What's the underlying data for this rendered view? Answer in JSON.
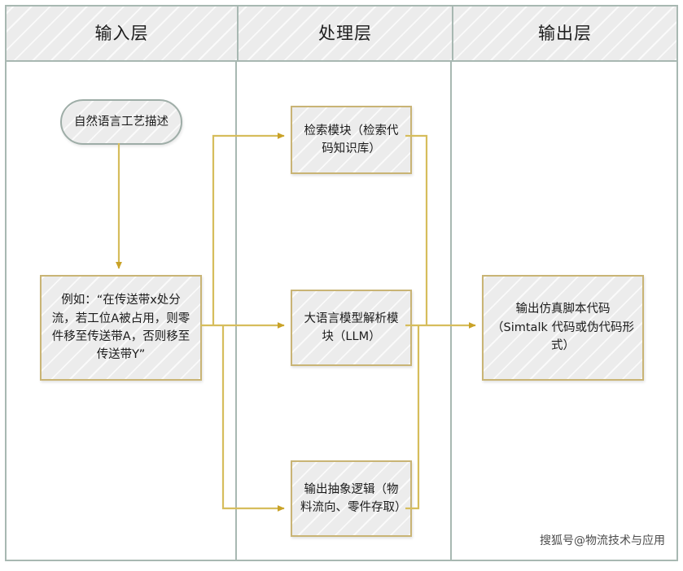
{
  "diagram": {
    "type": "swimlane-flowchart",
    "accent_color": "#c9a227",
    "lane_border_color": "#a8b8b2",
    "node_fill_color": "#ececec",
    "node_border_tan": "#c9b475",
    "node_border_gray": "#9eada7"
  },
  "lanes": [
    {
      "id": "input",
      "title": "输入层"
    },
    {
      "id": "process",
      "title": "处理层"
    },
    {
      "id": "output",
      "title": "输出层"
    }
  ],
  "nodes": {
    "natural_language": {
      "label": "自然语言工艺描述",
      "lane": "input",
      "shape": "pill"
    },
    "example": {
      "label": "例如：“在传送带x处分流，若工位A被占用，则零件移至传送带A，否则移至传送带Y”",
      "lane": "input",
      "shape": "rect"
    },
    "retrieval": {
      "label": "检索模块（检索代码知识库）",
      "lane": "process",
      "shape": "rect"
    },
    "llm": {
      "label": "大语言模型解析模块（LLM）",
      "lane": "process",
      "shape": "rect"
    },
    "abstract_logic": {
      "label": "输出抽象逻辑（物料流向、零件存取）",
      "lane": "process",
      "shape": "rect"
    },
    "sim_code": {
      "label": "输出仿真脚本代码（Simtalk 代码或伪代码形式）",
      "lane": "output",
      "shape": "rect"
    }
  },
  "edges": [
    {
      "from": "natural_language",
      "to": "example"
    },
    {
      "from": "example",
      "to": "retrieval"
    },
    {
      "from": "example",
      "to": "llm"
    },
    {
      "from": "example",
      "to": "abstract_logic"
    },
    {
      "from": "retrieval",
      "to": "sim_code"
    },
    {
      "from": "llm",
      "to": "sim_code"
    },
    {
      "from": "abstract_logic",
      "to": "sim_code"
    }
  ],
  "watermark": {
    "text": "搜狐号@物流技术与应用"
  }
}
